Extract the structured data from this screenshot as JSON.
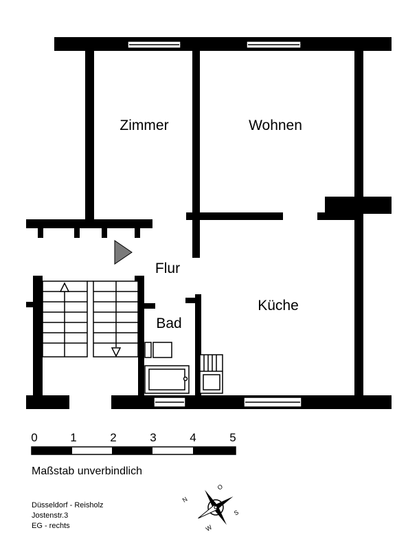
{
  "rooms": {
    "zimmer": "Zimmer",
    "wohnen": "Wohnen",
    "flur": "Flur",
    "kueche": "Küche",
    "bad": "Bad"
  },
  "scale": {
    "ticks": [
      "0",
      "1",
      "2",
      "3",
      "4",
      "5"
    ],
    "note": "Maßstab unverbindlich"
  },
  "address": {
    "line1": "Düsseldorf - Reisholz",
    "line2": "Jostenstr.3",
    "line3": "EG - rechts"
  },
  "compass": {
    "n": "N",
    "o": "O",
    "s": "S",
    "w": "W"
  },
  "colors": {
    "wall": "#000000",
    "entry_arrow": "#7a7a7a"
  }
}
